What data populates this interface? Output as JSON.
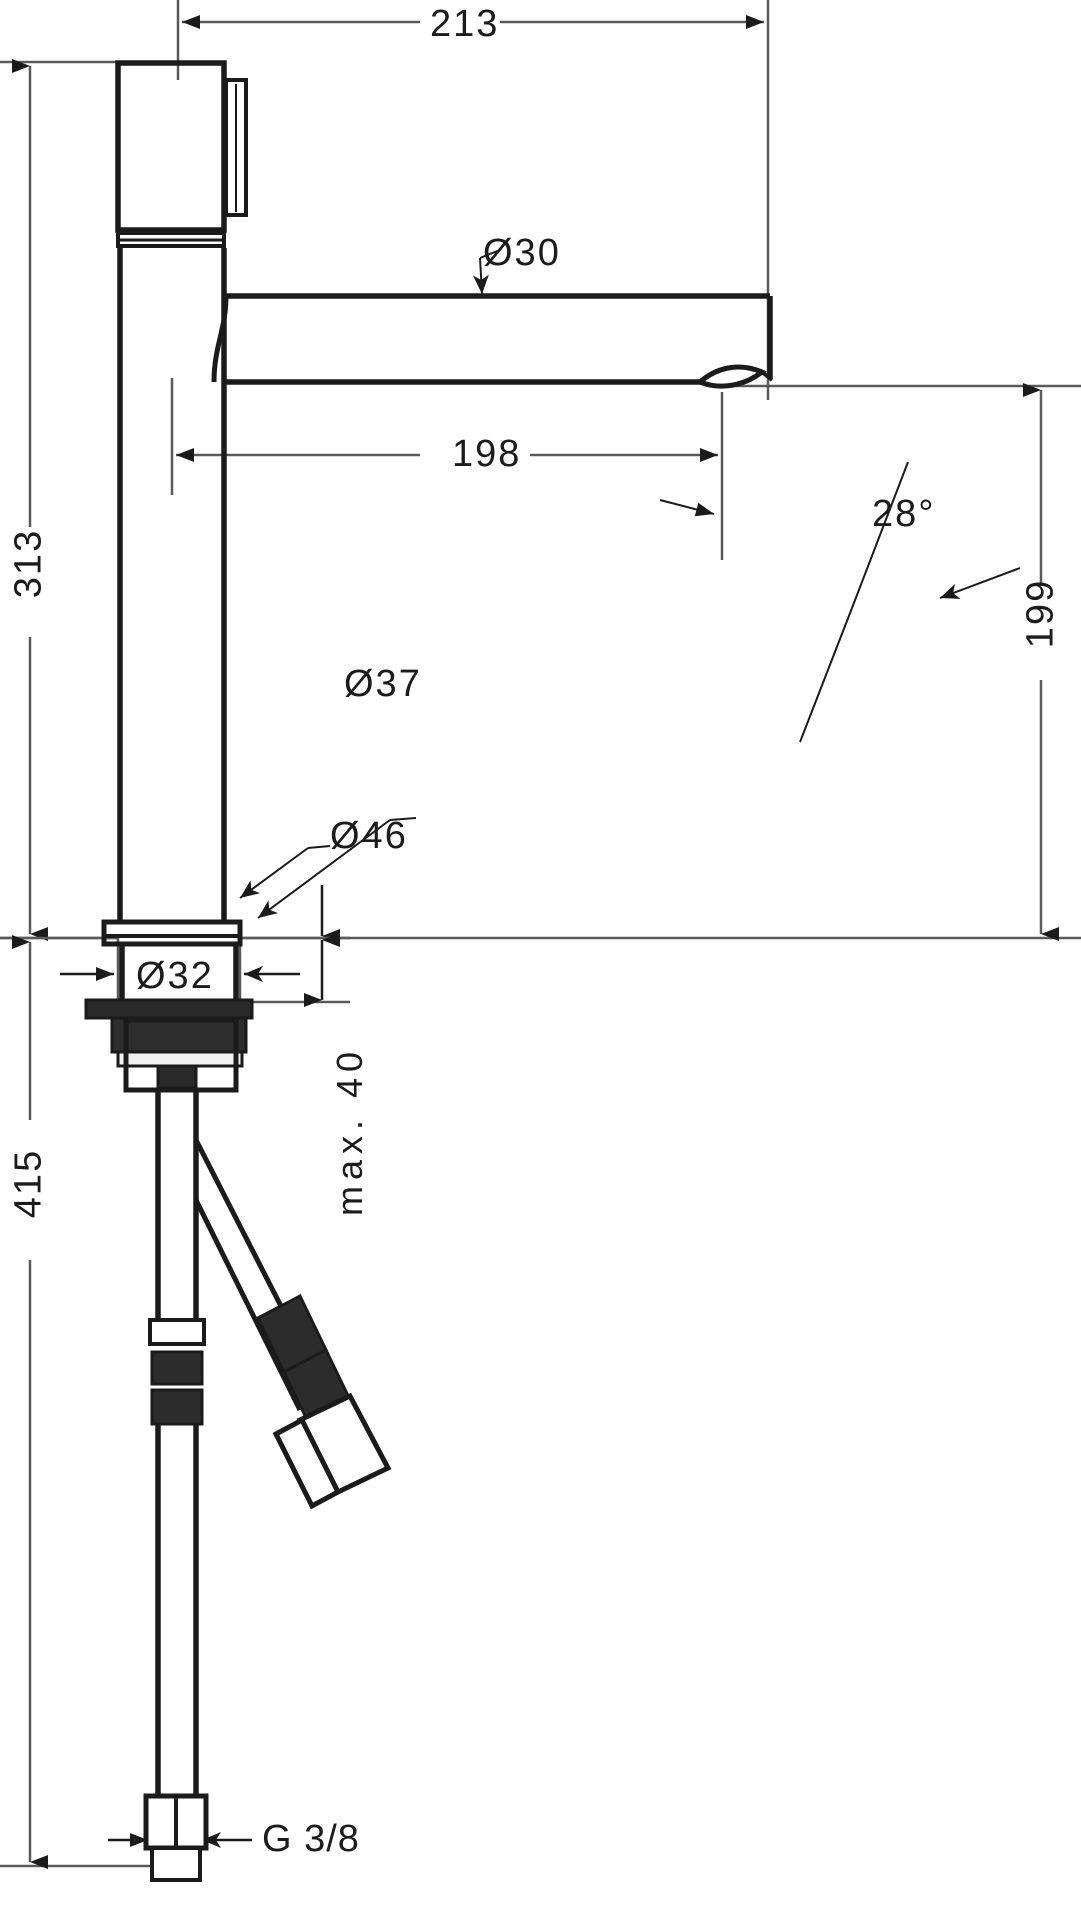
{
  "drawing": {
    "type": "technical-dimension-drawing",
    "subject": "single-lever basin mixer (tall pillar tap) side elevation",
    "units": "mm",
    "line_color": "#1b1b1b",
    "dimension_line_color": "#5a5a5a",
    "background": "#ffffff"
  },
  "dimensions": {
    "overall_reach": {
      "label": "213",
      "orientation": "horizontal",
      "position": "top"
    },
    "spout_height_to_base": {
      "label": "313",
      "orientation": "vertical-rotated",
      "position": "left"
    },
    "spout_reach": {
      "label": "198",
      "orientation": "horizontal",
      "position": "middle"
    },
    "spout_outlet_height": {
      "label": "199",
      "orientation": "vertical-rotated",
      "position": "right"
    },
    "total_height_with_hoses": {
      "label": "415",
      "orientation": "vertical-rotated",
      "position": "left-lower"
    },
    "max_counter_thickness": {
      "label": "max. 40",
      "orientation": "vertical-rotated",
      "position": "center-lower"
    },
    "thread_size": {
      "label": "G 3/8",
      "orientation": "horizontal",
      "position": "bottom"
    }
  },
  "diameters": {
    "spout_tube": {
      "label": "Ø30",
      "leader": "points down-left to spout tube"
    },
    "body_tube": {
      "label": "Ø37",
      "leader": "points down-left to main body"
    },
    "base_flange": {
      "label": "Ø46",
      "leader": "points down-left to base flange"
    },
    "shank": {
      "label": "Ø32",
      "leader": "horizontal arrows at shank"
    }
  },
  "angles": {
    "outlet_angle": {
      "label": "28°",
      "description": "aerator outlet inclination"
    }
  },
  "annotations_all_text": [
    "213",
    "Ø30",
    "313",
    "198",
    "28°",
    "199",
    "Ø37",
    "Ø46",
    "Ø32",
    "max. 40",
    "415",
    "G 3/8"
  ]
}
